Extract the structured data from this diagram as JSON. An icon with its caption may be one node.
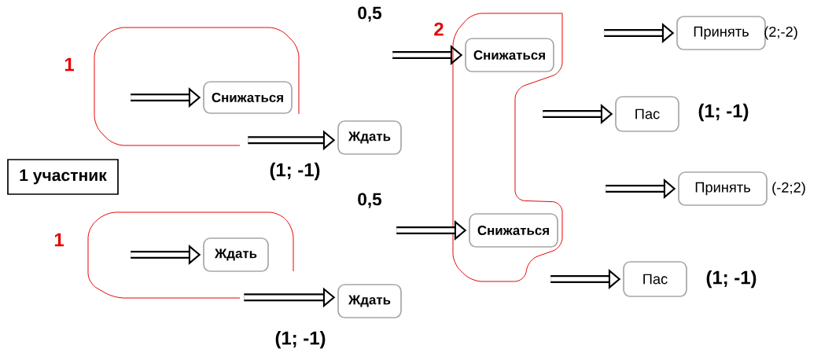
{
  "diagram": {
    "nodes": [
      {
        "text": [
          "1"
        ]
      },
      {
        "text": [
          "Снижаться"
        ],
        "in": 0
      },
      {
        "text": [
          "Ждать"
        ],
        "beside": [
          "(1; -1)"
        ]
      },
      {
        "text": [
          "1 участник"
        ]
      },
      {
        "text": [
          "1"
        ]
      },
      {
        "text": [
          "Ждать"
        ],
        "in": 4
      },
      {
        "text": [
          "Ждать"
        ],
        "beside": [
          "(1; -1)"
        ]
      },
      {
        "text": [
          "2"
        ]
      },
      {
        "text": [
          "Снижаться"
        ],
        "in": 7
      },
      {
        "text": [
          "Снижаться"
        ],
        "in": 7
      },
      {
        "text": [
          "Принять"
        ],
        "beside": [
          "(2;-2)"
        ]
      },
      {
        "text": [
          "Пас"
        ],
        "beside": [
          "(1; -1)"
        ]
      },
      {
        "text": [
          "Принять"
        ],
        "beside": [
          "(-2;2)"
        ]
      },
      {
        "text": [
          "Пас"
        ],
        "beside": [
          "(1; -1)"
        ]
      }
    ],
    "edges": [
      {
        "from": null,
        "to": 1,
        "arrow": "to"
      },
      {
        "from": 0,
        "to": 2,
        "arrow": "to"
      },
      {
        "from": null,
        "to": 5,
        "arrow": "to"
      },
      {
        "from": 4,
        "to": 6,
        "arrow": "to"
      },
      {
        "from": null,
        "to": 8,
        "arrow": "to",
        "label": "0,5"
      },
      {
        "from": null,
        "to": 9,
        "arrow": "to",
        "label": "0,5"
      },
      {
        "from": null,
        "to": 10,
        "arrow": "to"
      },
      {
        "from": null,
        "to": 11,
        "arrow": "to"
      },
      {
        "from": null,
        "to": 12,
        "arrow": "to"
      },
      {
        "from": null,
        "to": 13,
        "arrow": "to"
      }
    ]
  }
}
